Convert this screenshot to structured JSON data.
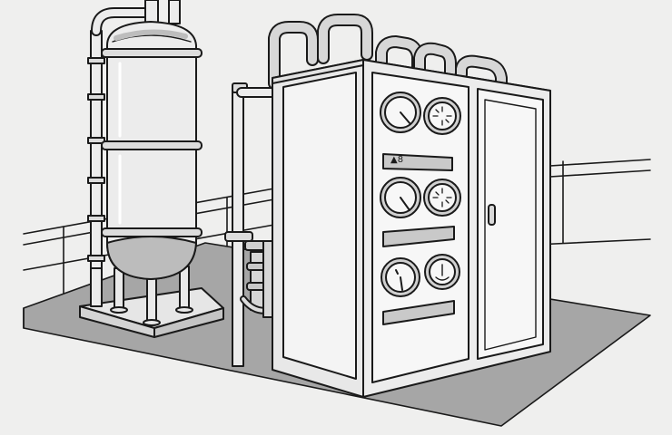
{
  "scene": {
    "subject": "industrial-equipment-illustration",
    "control_panel": {
      "label_text": "▲8",
      "gauge_rows": 3,
      "gauges_per_row": 2,
      "label_strips": 3
    },
    "colors": {
      "background": "#efefee",
      "floor": "#a6a6a6",
      "line": "#1a1a1a",
      "metal_light": "#ececec",
      "metal_shade": "#bdbdbd",
      "fluid": "#bcbcbc",
      "strip": "#c9c9c9"
    }
  }
}
